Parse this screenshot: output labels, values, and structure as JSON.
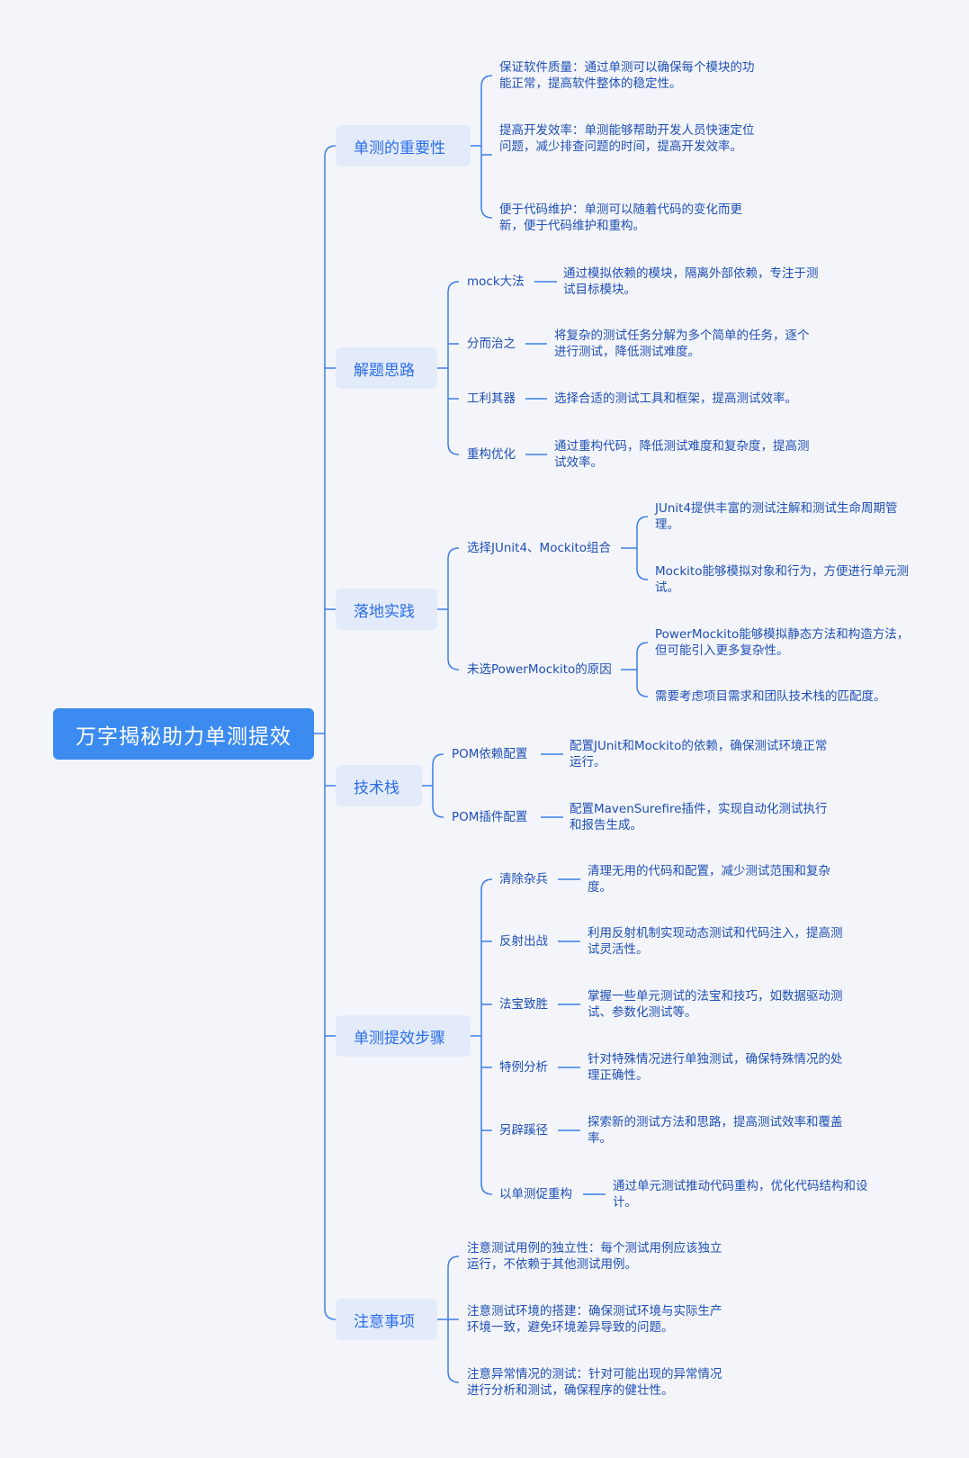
{
  "root": {
    "title": "万字揭秘助力单测提效"
  },
  "branches": {
    "importance": {
      "title": "单测的重要性",
      "items": [
        "保证软件质量：通过单测可以确保每个模块的功能正常，提高软件整体的稳定性。",
        "提高开发效率：单测能够帮助开发人员快速定位问题，减少排查问题的时间，提高开发效率。",
        "便于代码维护：单测可以随着代码的变化而更新，便于代码维护和重构。"
      ]
    },
    "approach": {
      "title": "解题思路",
      "items": [
        {
          "label": "mock大法",
          "desc": "通过模拟依赖的模块，隔离外部依赖，专注于测试目标模块。"
        },
        {
          "label": "分而治之",
          "desc": "将复杂的测试任务分解为多个简单的任务，逐个进行测试，降低测试难度。"
        },
        {
          "label": "工利其器",
          "desc": "选择合适的测试工具和框架，提高测试效率。"
        },
        {
          "label": "重构优化",
          "desc": "通过重构代码，降低测试难度和复杂度，提高测试效率。"
        }
      ]
    },
    "practice": {
      "title": "落地实践",
      "groups": [
        {
          "label": "选择JUnit4、Mockito组合",
          "items": [
            "JUnit4提供丰富的测试注解和测试生命周期管理。",
            "Mockito能够模拟对象和行为，方便进行单元测试。"
          ]
        },
        {
          "label": "未选PowerMockito的原因",
          "items": [
            "PowerMockito能够模拟静态方法和构造方法，但可能引入更多复杂性。",
            "需要考虑项目需求和团队技术栈的匹配度。"
          ]
        }
      ]
    },
    "tech": {
      "title": "技术栈",
      "items": [
        {
          "label": "POM依赖配置",
          "desc": "配置JUnit和Mockito的依赖，确保测试环境正常运行。"
        },
        {
          "label": "POM插件配置",
          "desc": "配置MavenSurefire插件，实现自动化测试执行和报告生成。"
        }
      ]
    },
    "steps": {
      "title": "单测提效步骤",
      "items": [
        {
          "label": "清除杂兵",
          "desc": "清理无用的代码和配置，减少测试范围和复杂度。"
        },
        {
          "label": "反射出战",
          "desc": "利用反射机制实现动态测试和代码注入，提高测试灵活性。"
        },
        {
          "label": "法宝致胜",
          "desc": "掌握一些单元测试的法宝和技巧，如数据驱动测试、参数化测试等。"
        },
        {
          "label": "特例分析",
          "desc": "针对特殊情况进行单独测试，确保特殊情况的处理正确性。"
        },
        {
          "label": "另辟蹊径",
          "desc": "探索新的测试方法和思路，提高测试效率和覆盖率。"
        },
        {
          "label": "以单测促重构",
          "desc": "通过单元测试推动代码重构，优化代码结构和设计。"
        }
      ]
    },
    "notes": {
      "title": "注意事项",
      "items": [
        "注意测试用例的独立性：每个测试用例应该独立运行，不依赖于其他测试用例。",
        "注意测试环境的搭建：确保测试环境与实际生产环境一致，避免环境差异导致的问题。",
        "注意异常情况的测试：针对可能出现的异常情况进行分析和测试，确保程序的健壮性。"
      ]
    }
  },
  "colors": {
    "line": "#3b7ee8",
    "root_bg": "#3b8bf0",
    "branch_bg": "#e3ebfa",
    "branch_text": "#2a6de8",
    "leaf_text": "#1e4fb4",
    "page_bg": "#f4f5fa"
  }
}
